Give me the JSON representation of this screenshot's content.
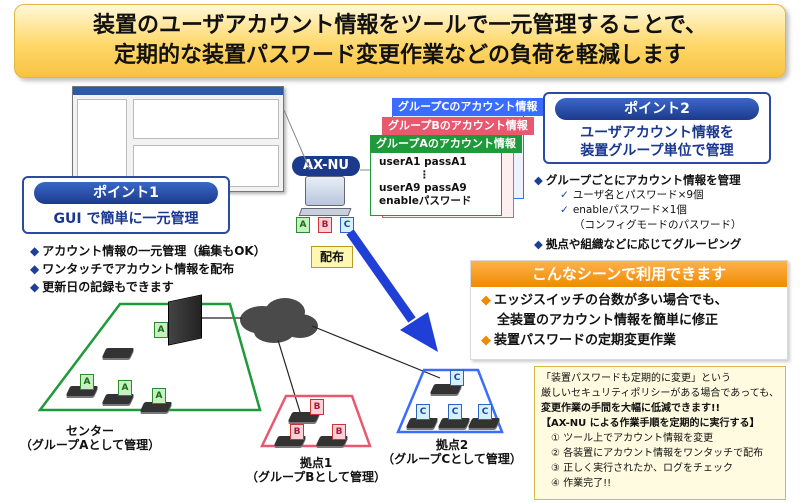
{
  "title": {
    "line1": "装置のユーザアカウント情報をツールで一元管理することで、",
    "line2": "定期的な装置パスワード変更作業などの負荷を軽減します"
  },
  "point1": {
    "head": "ポイント1",
    "body": "GUI で簡単に一元管理",
    "bullets": [
      "アカウント情報の一元管理（編集もOK）",
      "ワンタッチでアカウント情報を配布",
      "更新日の記録もできます"
    ]
  },
  "point2": {
    "head": "ポイント2",
    "body_line1": "ユーザアカウント情報を",
    "body_line2": "装置グループ単位で管理",
    "bullet1": "グループごとにアカウント情報を管理",
    "sub1": "ユーザ名とパスワード×9個",
    "sub2": "enableパスワード×1個",
    "sub2b": "（コンフィグモードのパスワード）",
    "bullet2": "拠点や組織などに応じてグルーピング"
  },
  "groups": {
    "c_label": "グループCのアカウント情報",
    "b_label": "グループBのアカウント情報",
    "a_label": "グループAのアカウント情報",
    "lines": [
      "userA1 passA1",
      "⋮",
      "userA9 passA9",
      "enableパスワード"
    ]
  },
  "axnu": "AX-NU",
  "chips": {
    "a": "A",
    "b": "B",
    "c": "C"
  },
  "distribute": "配布",
  "scene": {
    "head": "こんなシーンで利用できます",
    "item1_line1": "エッジスイッチの台数が多い場合でも、",
    "item1_line2": "全装置のアカウント情報を簡単に修正",
    "item2": "装置パスワードの定期変更作業"
  },
  "note": {
    "l1": "「装置パスワードも定期的に変更」という",
    "l2": "厳しいセキュリティポリシーがある場合であっても、",
    "l3": "変更作業の手間を大幅に低減できます!!",
    "l4": "【AX-NU による作業手順を定期的に実行する】",
    "steps": [
      "① ツール上でアカウント情報を変更",
      "② 各装置にアカウント情報をワンタッチで配布",
      "③ 正しく実行されたか、ログをチェック",
      "④ 作業完了!!"
    ]
  },
  "sites": {
    "center_l1": "センター",
    "center_l2": "（グループAとして管理）",
    "site1_l1": "拠点1",
    "site1_l2": "（グループBとして管理）",
    "site2_l1": "拠点2",
    "site2_l2": "（グループCとして管理）"
  },
  "colors": {
    "navy": "#1c3a8c",
    "orange": "#f08a00",
    "group_a": "#1f9a3a",
    "group_b": "#e8586e",
    "group_c": "#3a6cff",
    "arrow": "#1f3fd6"
  }
}
